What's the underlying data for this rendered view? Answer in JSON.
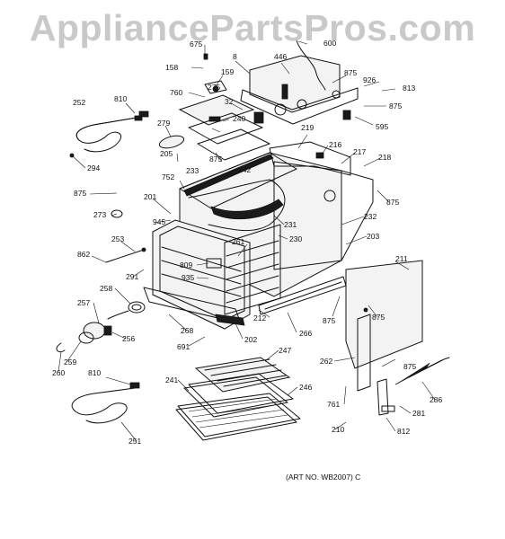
{
  "watermark": "AppliancePartsPros.com",
  "art_number": "(ART NO. WB2007) C",
  "labels": {
    "p675": "675",
    "p600": "600",
    "p158": "158",
    "p159": "159",
    "p446": "446",
    "p8": "8",
    "p875a": "875",
    "p926": "926",
    "p813": "813",
    "p875b": "875",
    "p595": "595",
    "p252": "252",
    "p810a": "810",
    "p760": "760",
    "p275": "275",
    "p32": "32",
    "p279": "279",
    "p240": "240",
    "p219": "219",
    "p216": "216",
    "p217": "217",
    "p218": "218",
    "p294": "294",
    "p205": "205",
    "p875c": "875",
    "p233": "233",
    "p242": "242",
    "p752": "752",
    "p875d": "875",
    "p875e": "875",
    "p201": "201",
    "p273": "273",
    "p945": "945",
    "p231": "231",
    "p232": "232",
    "p253": "253",
    "p261": "261",
    "p230": "230",
    "p203": "203",
    "p862": "862",
    "p809": "809",
    "p211": "211",
    "p291": "291",
    "p935": "935",
    "p258": "258",
    "p257": "257",
    "p212": "212",
    "p875f": "875",
    "p875g": "875",
    "p268": "268",
    "p266": "266",
    "p256": "256",
    "p202": "202",
    "p691": "691",
    "p247": "247",
    "p262": "262",
    "p875h": "875",
    "p259": "259",
    "p260": "260",
    "p810b": "810",
    "p241": "241",
    "p246": "246",
    "p286": "286",
    "p761": "761",
    "p281": "281",
    "p210": "210",
    "p812": "812",
    "p251": "251"
  }
}
